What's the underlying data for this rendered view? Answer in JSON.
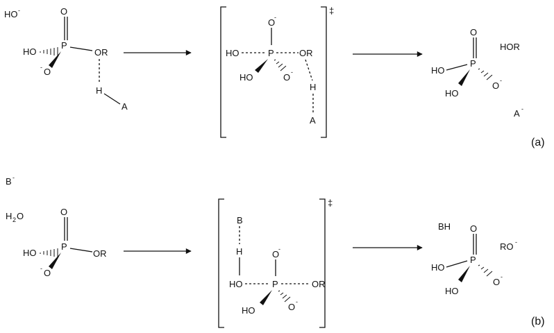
{
  "colors": {
    "ink": "#111111",
    "background": "#ffffff"
  },
  "labels": {
    "minus": "-",
    "dagger": "‡",
    "HO": "HO",
    "O": "O",
    "P": "P",
    "OR": "OR",
    "H": "H",
    "A": "A",
    "HOR": "HOR",
    "B": "B",
    "BH": "BH",
    "RO": "RO",
    "H2O_H": "H",
    "H2O_sub": "2",
    "H2O_O": "O"
  },
  "panel_a": {
    "tag": "(a)"
  },
  "panel_b": {
    "tag": "(b)"
  }
}
